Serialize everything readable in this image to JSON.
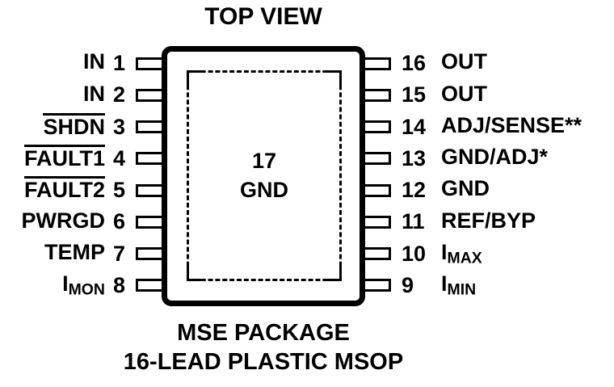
{
  "title": "TOP VIEW",
  "chip": {
    "pad_number": "17",
    "pad_label": "GND"
  },
  "left_pins": [
    {
      "num": "1",
      "label": "IN",
      "sub": ""
    },
    {
      "num": "2",
      "label": "IN",
      "sub": ""
    },
    {
      "num": "3",
      "label": "SHDN",
      "sub": ""
    },
    {
      "num": "4",
      "label": "FAULT1",
      "sub": ""
    },
    {
      "num": "5",
      "label": "FAULT2",
      "sub": ""
    },
    {
      "num": "6",
      "label": "PWRGD",
      "sub": ""
    },
    {
      "num": "7",
      "label": "TEMP",
      "sub": ""
    },
    {
      "num": "8",
      "label": "I",
      "sub": "MON"
    }
  ],
  "right_pins": [
    {
      "num": "16",
      "label": "OUT",
      "sub": ""
    },
    {
      "num": "15",
      "label": "OUT",
      "sub": ""
    },
    {
      "num": "14",
      "label": "ADJ/SENSE**",
      "sub": ""
    },
    {
      "num": "13",
      "label": "GND/ADJ*",
      "sub": ""
    },
    {
      "num": "12",
      "label": "GND",
      "sub": ""
    },
    {
      "num": "11",
      "label": "REF/BYP",
      "sub": ""
    },
    {
      "num": "10",
      "label": "I",
      "sub": "MAX"
    },
    {
      "num": "9",
      "label": "I",
      "sub": "MIN"
    }
  ],
  "captions": {
    "package": "MSE PACKAGE",
    "lead": "16-LEAD PLASTIC MSOP"
  }
}
